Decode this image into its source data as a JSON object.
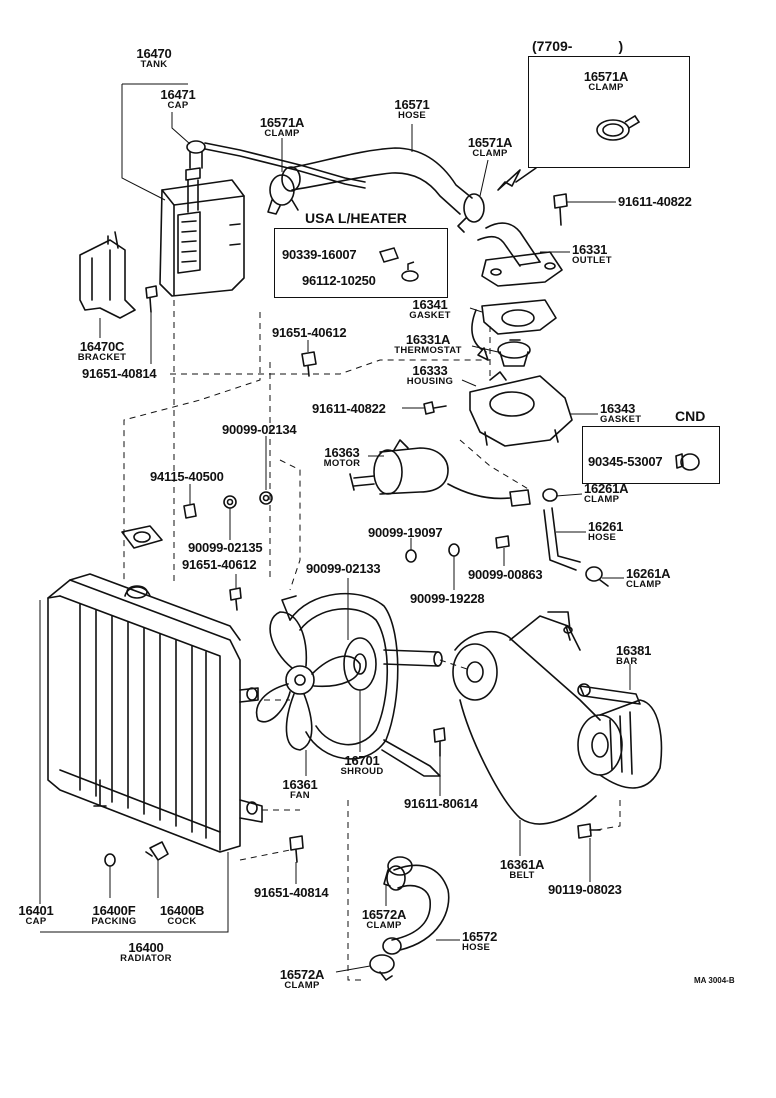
{
  "boxes": {
    "clamp_inset": {
      "title_prefix": "(7709-",
      "title_suffix": ")"
    },
    "usa_heater": {
      "title": "USA L/HEATER"
    },
    "cnd": {
      "title": "CND"
    }
  },
  "parts": {
    "p16470": {
      "num": "16470",
      "desc": "TANK"
    },
    "p16471": {
      "num": "16471",
      "desc": "CAP"
    },
    "p16571A_1": {
      "num": "16571A",
      "desc": "CLAMP"
    },
    "p16571": {
      "num": "16571",
      "desc": "HOSE"
    },
    "p16571A_2": {
      "num": "16571A",
      "desc": "CLAMP"
    },
    "p16571A_3": {
      "num": "16571A",
      "desc": "CLAMP"
    },
    "p91611_40822a": {
      "num": "91611-40822"
    },
    "p16331": {
      "num": "16331",
      "desc": "OUTLET"
    },
    "p90339": {
      "num": "90339-16007"
    },
    "p96112": {
      "num": "96112-10250"
    },
    "p16341": {
      "num": "16341",
      "desc": "GASKET"
    },
    "p16331A": {
      "num": "16331A",
      "desc": "THERMOSTAT"
    },
    "p16333": {
      "num": "16333",
      "desc": "HOUSING"
    },
    "p91611_40822b": {
      "num": "91611-40822"
    },
    "p16343": {
      "num": "16343",
      "desc": "GASKET"
    },
    "p16470C": {
      "num": "16470C",
      "desc": "BRACKET"
    },
    "p91651_40814a": {
      "num": "91651-40814"
    },
    "p91651_40612a": {
      "num": "91651-40612"
    },
    "p90099_02134": {
      "num": "90099-02134"
    },
    "p16363": {
      "num": "16363",
      "desc": "MOTOR"
    },
    "p90345": {
      "num": "90345-53007"
    },
    "p16261A_1": {
      "num": "16261A",
      "desc": "CLAMP"
    },
    "p16261": {
      "num": "16261",
      "desc": "HOSE"
    },
    "p16261A_2": {
      "num": "16261A",
      "desc": "CLAMP"
    },
    "p94115": {
      "num": "94115-40500"
    },
    "p90099_02135": {
      "num": "90099-02135"
    },
    "p91651_40612b": {
      "num": "91651-40612"
    },
    "p90099_02133": {
      "num": "90099-02133"
    },
    "p90099_19097": {
      "num": "90099-19097"
    },
    "p90099_00863": {
      "num": "90099-00863"
    },
    "p90099_19228": {
      "num": "90099-19228"
    },
    "p16381": {
      "num": "16381",
      "desc": "BAR"
    },
    "p16701": {
      "num": "16701",
      "desc": "SHROUD"
    },
    "p16361": {
      "num": "16361",
      "desc": "FAN"
    },
    "p91611_80614": {
      "num": "91611-80614"
    },
    "p16361A": {
      "num": "16361A",
      "desc": "BELT"
    },
    "p90119": {
      "num": "90119-08023"
    },
    "p91651_40814b": {
      "num": "91651-40814"
    },
    "p16401": {
      "num": "16401",
      "desc": "CAP"
    },
    "p16400F": {
      "num": "16400F",
      "desc": "PACKING"
    },
    "p16400B": {
      "num": "16400B",
      "desc": "COCK"
    },
    "p16400": {
      "num": "16400",
      "desc": "RADIATOR"
    },
    "p16572A_1": {
      "num": "16572A",
      "desc": "CLAMP"
    },
    "p16572": {
      "num": "16572",
      "desc": "HOSE"
    },
    "p16572A_2": {
      "num": "16572A",
      "desc": "CLAMP"
    }
  },
  "ref_code": "MA 3004-B"
}
